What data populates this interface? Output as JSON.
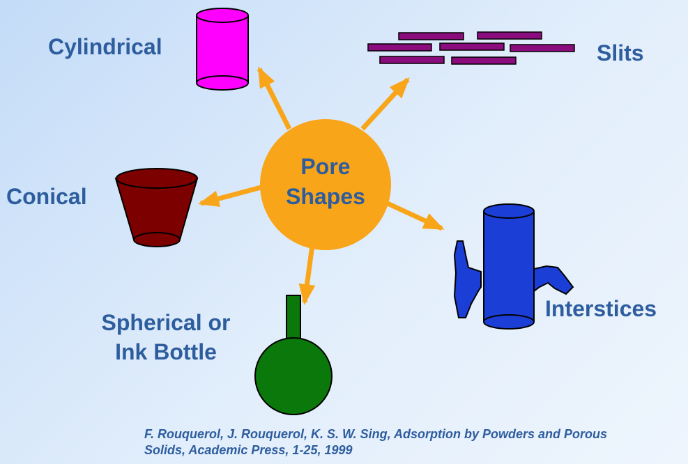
{
  "center": {
    "line1": "Pore",
    "line2": "Shapes"
  },
  "labels": {
    "cylindrical": "Cylindrical",
    "slits": "Slits",
    "conical": "Conical",
    "interstices": "Interstices",
    "spherical_line1": "Spherical or",
    "spherical_line2": "Ink Bottle"
  },
  "citation": {
    "line1": "F. Rouquerol, J. Rouquerol, K. S. W. Sing, Adsorption by Powders and Porous",
    "line2": "Solids, Academic Press, 1-25, 1999"
  },
  "colors": {
    "background": "#d6e6f9",
    "text": "#2e5d9e",
    "center_circle": "#f9a51a",
    "arrows": "#f9a51a",
    "cylinder": "#ff00ff",
    "slits": "#8b0c7d",
    "cone": "#7c0000",
    "ink_bottle": "#0b780b",
    "interstices": "#1b3fd6"
  }
}
